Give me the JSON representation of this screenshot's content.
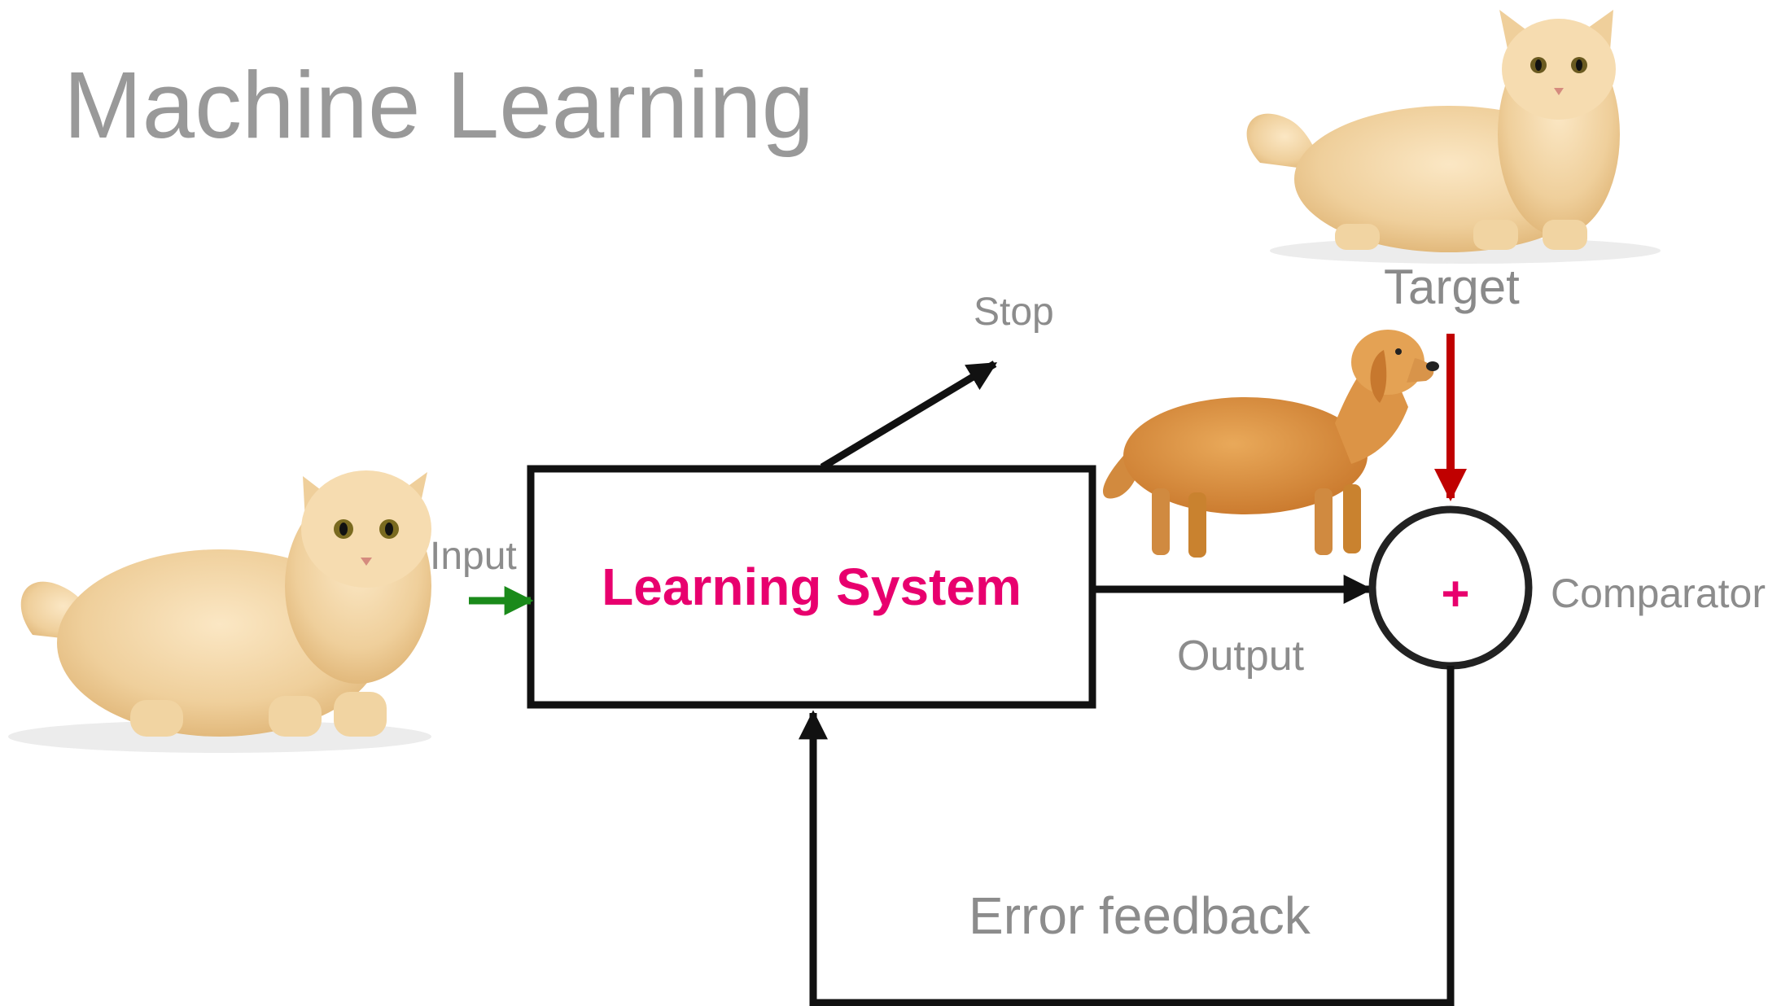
{
  "title": "Machine Learning",
  "labels": {
    "stop": "Stop",
    "target": "Target",
    "input": "Input",
    "learning_system": "Learning System",
    "output": "Output",
    "comparator_symbol": "+",
    "comparator": "Comparator",
    "error_feedback": "Error feedback"
  },
  "colors": {
    "title": "#999999",
    "label": "#8c8c8c",
    "system_text": "#e8006e",
    "input_arrow": "#1a8a1a",
    "target_arrow": "#c00000",
    "lines": "#111111"
  }
}
